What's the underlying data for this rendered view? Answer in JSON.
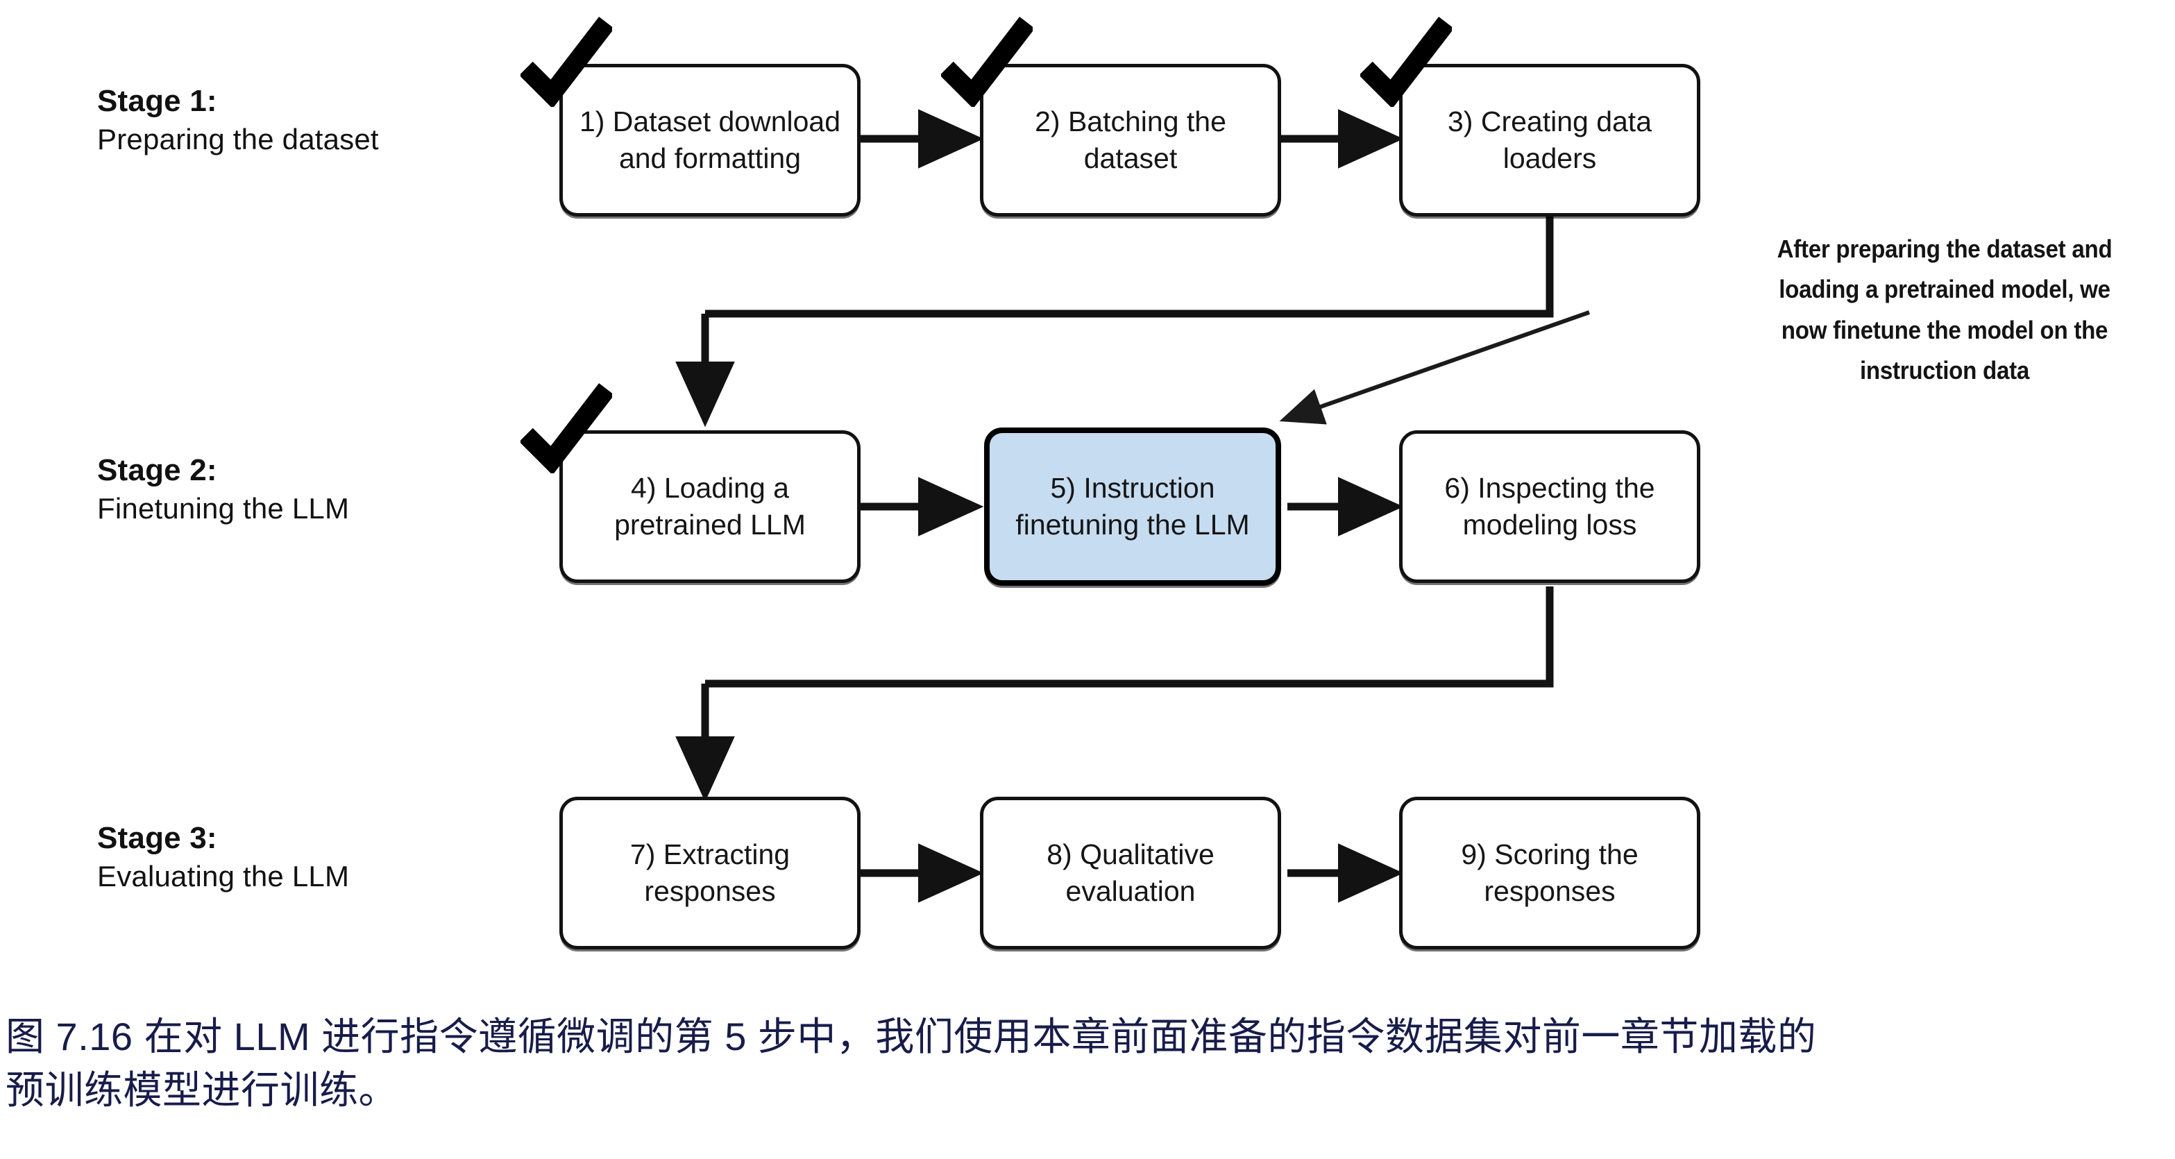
{
  "figure": {
    "title": "Instruction finetuning pipeline for LLMs — three-stage flowchart",
    "highlight_color": "#c6dcf0",
    "line_color": "#121212",
    "caption_color": "#171c4a"
  },
  "stages": [
    {
      "title": "Stage 1:",
      "subtitle": "Preparing the dataset"
    },
    {
      "title": "Stage 2:",
      "subtitle": "Finetuning the LLM"
    },
    {
      "title": "Stage 3:",
      "subtitle": "Evaluating the LLM"
    }
  ],
  "nodes": [
    {
      "id": 1,
      "label": "1) Dataset download and formatting",
      "done": true,
      "highlighted": false
    },
    {
      "id": 2,
      "label": "2) Batching the dataset",
      "done": true,
      "highlighted": false
    },
    {
      "id": 3,
      "label": "3) Creating data loaders",
      "done": true,
      "highlighted": false
    },
    {
      "id": 4,
      "label": "4) Loading a pretrained LLM",
      "done": true,
      "highlighted": false
    },
    {
      "id": 5,
      "label": "5) Instruction finetuning the LLM",
      "done": false,
      "highlighted": true
    },
    {
      "id": 6,
      "label": "6) Inspecting the modeling loss",
      "done": false,
      "highlighted": false
    },
    {
      "id": 7,
      "label": "7) Extracting responses",
      "done": false,
      "highlighted": false
    },
    {
      "id": 8,
      "label": "8) Qualitative evaluation",
      "done": false,
      "highlighted": false
    },
    {
      "id": 9,
      "label": "9) Scoring the responses",
      "done": false,
      "highlighted": false
    }
  ],
  "annotation": {
    "line1": "After preparing the dataset and",
    "line2": "loading a pretrained model, we",
    "line3": "now finetune the model on the",
    "line4": "instruction data"
  },
  "caption": {
    "line1": "图 7.16 在对 LLM 进行指令遵循微调的第 5 步中，我们使用本章前面准备的指令数据集对前一章节加载的",
    "line2": "预训练模型进行训练。"
  }
}
